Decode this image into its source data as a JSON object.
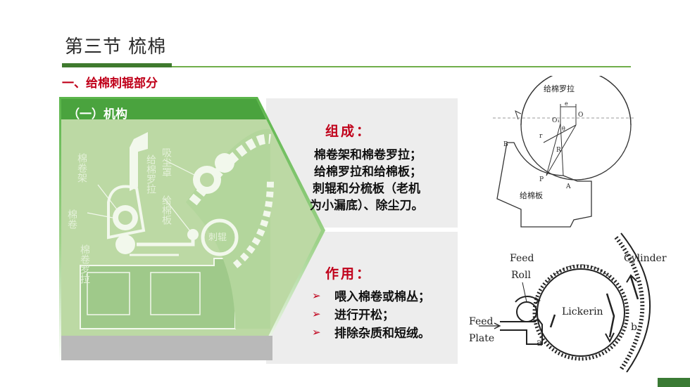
{
  "header": {
    "title": "第三节 梳棉",
    "section": "一、给棉刺辊部分"
  },
  "left_panel": {
    "subtitle": "（一）机构",
    "labels": {
      "roll_rack": "棉卷架",
      "feed_roller": "给棉罗拉",
      "feed_plate": "给棉板",
      "dust_cover": "吸尘罩",
      "lap": "棉卷",
      "lap_roller": "棉卷罗拉",
      "lickerin": "刺辊"
    }
  },
  "composition": {
    "title": "组成：",
    "lines": [
      "棉卷架和棉卷罗拉；",
      "给棉罗拉和给棉板；",
      "刺辊和分梳板（老机",
      "为小漏底）、除尘刀。"
    ]
  },
  "function": {
    "title": "作用：",
    "bullet_glyph": "➢",
    "items": [
      "喂入棉卷或棉丛；",
      "进行开松；",
      "排除杂质和短绒。"
    ]
  },
  "diagram_top": {
    "labels": {
      "roller": "给棉罗拉",
      "plate": "给棉板",
      "O": "O",
      "O1": "O₁",
      "B": "B",
      "A": "A",
      "P": "P",
      "R": "R",
      "r": "r",
      "e": "e",
      "theta": "θ"
    }
  },
  "diagram_bottom": {
    "labels": {
      "feed_roll_1": "Feed",
      "feed_roll_2": "Roll",
      "feed_plate_1": "Feed",
      "feed_plate_2": "Plate",
      "cylinder": "Cylinder",
      "lickerin": "Lickerin",
      "a": "a",
      "b": "b"
    }
  },
  "colors": {
    "accent_green": "#3f7a2e",
    "line_green": "#6fae4a",
    "heading_red": "#c0001a",
    "panel_grey": "#ededed"
  }
}
